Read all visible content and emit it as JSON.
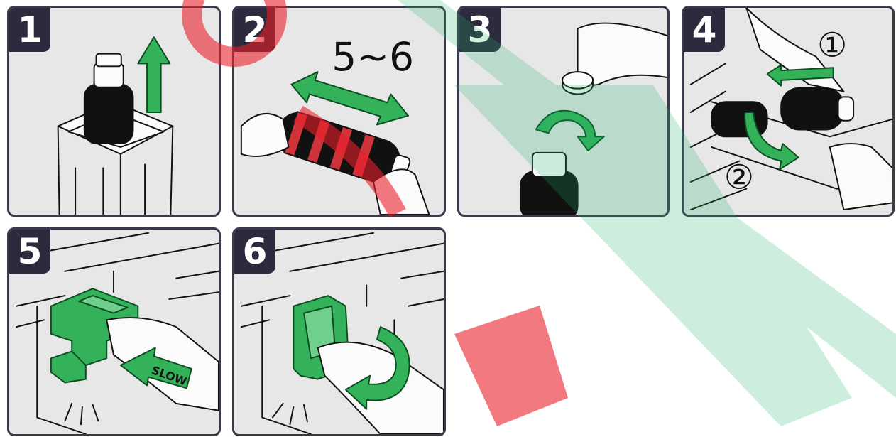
{
  "steps": [
    {
      "number": "1"
    },
    {
      "number": "2",
      "shake_count": "5~6"
    },
    {
      "number": "3"
    },
    {
      "number": "4",
      "order_first": "①",
      "order_second": "②"
    },
    {
      "number": "5",
      "arrow_label": "SLOW"
    },
    {
      "number": "6"
    }
  ],
  "colors": {
    "panel_bg": "#e7e7e7",
    "badge_bg": "#2e2a3e",
    "arrow_green": "#33b25a",
    "watermark_red": "#e8202a",
    "watermark_green": "#1fb36a"
  },
  "watermark": {
    "red_text": "...",
    "green_text": "..."
  }
}
